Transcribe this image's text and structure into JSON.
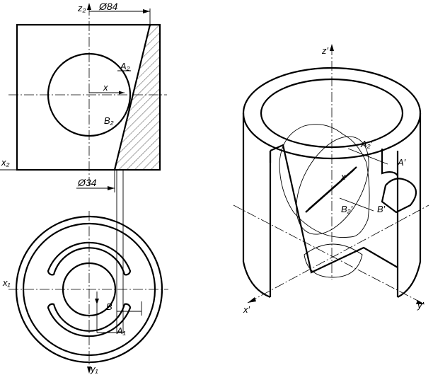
{
  "front_view": {
    "axis_z": "z₂",
    "axis_x": "x₂",
    "dim_top": "Ø84",
    "dim_bottom": "Ø34",
    "point_a": "A₂",
    "point_b": "B₂",
    "var_x": "x"
  },
  "top_view": {
    "axis_x": "x₁",
    "axis_y": "y₁",
    "point_a": "A₁",
    "point_b": "B"
  },
  "axonometric": {
    "axis_z": "z′",
    "axis_x": "x′",
    "axis_y": "y′",
    "point_a2": "A₂′",
    "point_a": "A′",
    "point_b2": "B₂′",
    "point_b": "B′",
    "var_x": "x"
  }
}
